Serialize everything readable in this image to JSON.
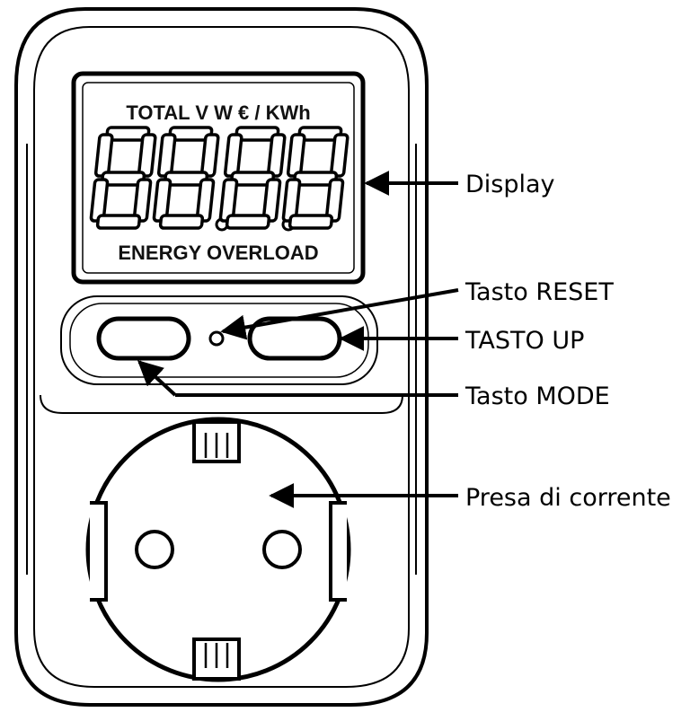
{
  "device": {
    "lcd_header": "TOTAL V W € / KWh",
    "lcd_digits": "88.8.8",
    "lcd_footer": "ENERGY OVERLOAD"
  },
  "labels": {
    "display": "Display",
    "reset": "Tasto RESET",
    "up": "TASTO UP",
    "mode": "Tasto MODE",
    "socket": "Presa di corrente"
  },
  "colors": {
    "line": "#000000",
    "background": "#ffffff"
  }
}
